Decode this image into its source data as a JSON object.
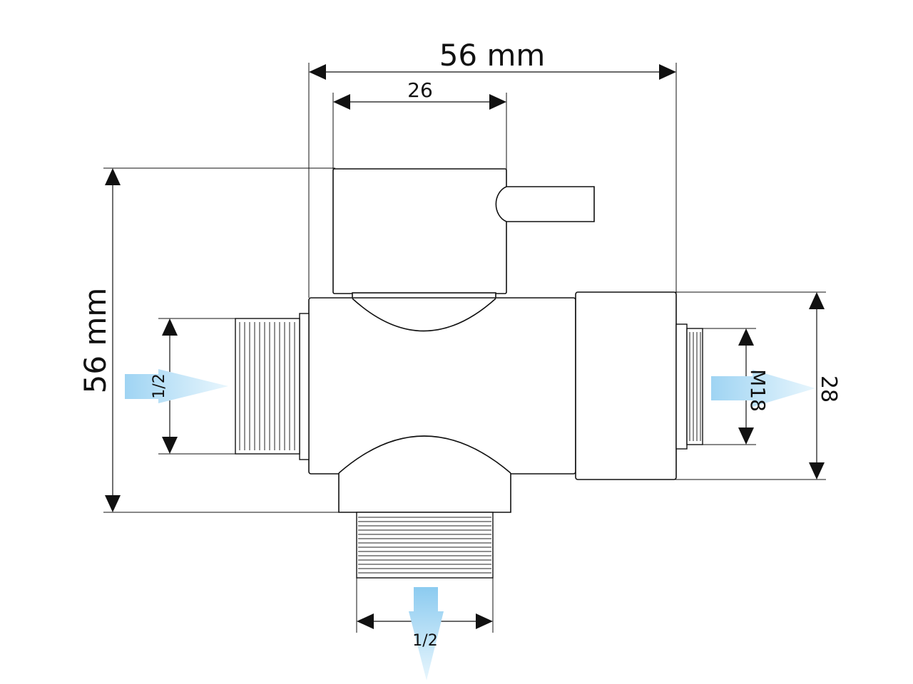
{
  "dimensions": {
    "overall_width": "56 mm",
    "handle_width": "26",
    "overall_height": "56 mm",
    "right_body_height": "28",
    "outlet_thread": "M18",
    "inlet_thread": "1/2",
    "bottom_thread": "1/2"
  },
  "flow_arrows": [
    {
      "id": "inlet",
      "direction": "right"
    },
    {
      "id": "right-outlet",
      "direction": "right"
    },
    {
      "id": "bottom-outlet",
      "direction": "down"
    }
  ],
  "colors": {
    "line": "#111111",
    "flow_light": "#dff2fc",
    "flow_dark": "#8ccbf0"
  }
}
